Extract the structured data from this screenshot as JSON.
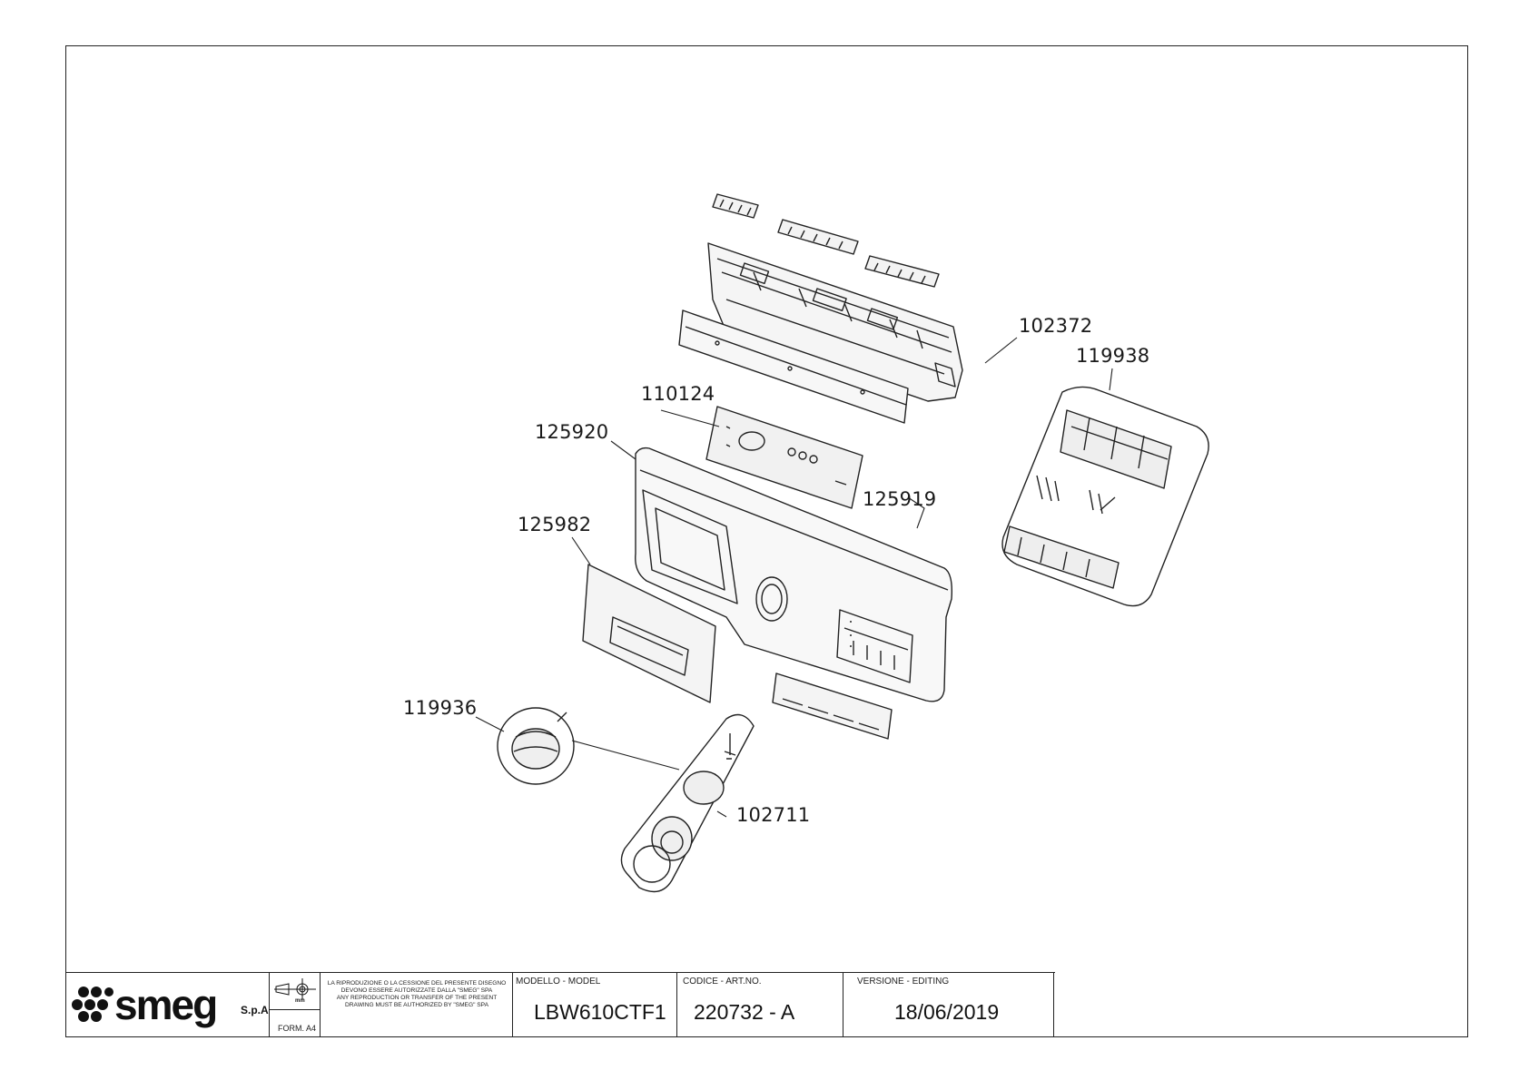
{
  "title_block": {
    "company_suffix": "S.p.A",
    "form": "FORM. A4",
    "unit": "mm",
    "legal_it": "LA RIPRODUZIONE O LA CESSIONE DEL PRESENTE DISEGNO DEVONO ESSERE AUTORIZZATE DALLA \"SMEG\" SPA",
    "legal_en": "ANY REPRODUCTION OR TRANSFER OF THE PRESENT DRAWING MUST BE AUTHORIZED BY \"SMEG\" SPA",
    "model_caption": "MODELLO - MODEL",
    "model_value": "LBW610CTF1",
    "code_caption": "CODICE - ART.NO.",
    "code_value": "220732 - A",
    "version_caption": "VERSIONE - EDITING",
    "version_value": "18/06/2019"
  },
  "parts": [
    {
      "code": "102372"
    },
    {
      "code": "119938"
    },
    {
      "code": "110124"
    },
    {
      "code": "125920"
    },
    {
      "code": "125919"
    },
    {
      "code": "125982"
    },
    {
      "code": "119936"
    },
    {
      "code": "102711"
    }
  ],
  "colors": {
    "line": "#222222",
    "paper": "#ffffff"
  }
}
